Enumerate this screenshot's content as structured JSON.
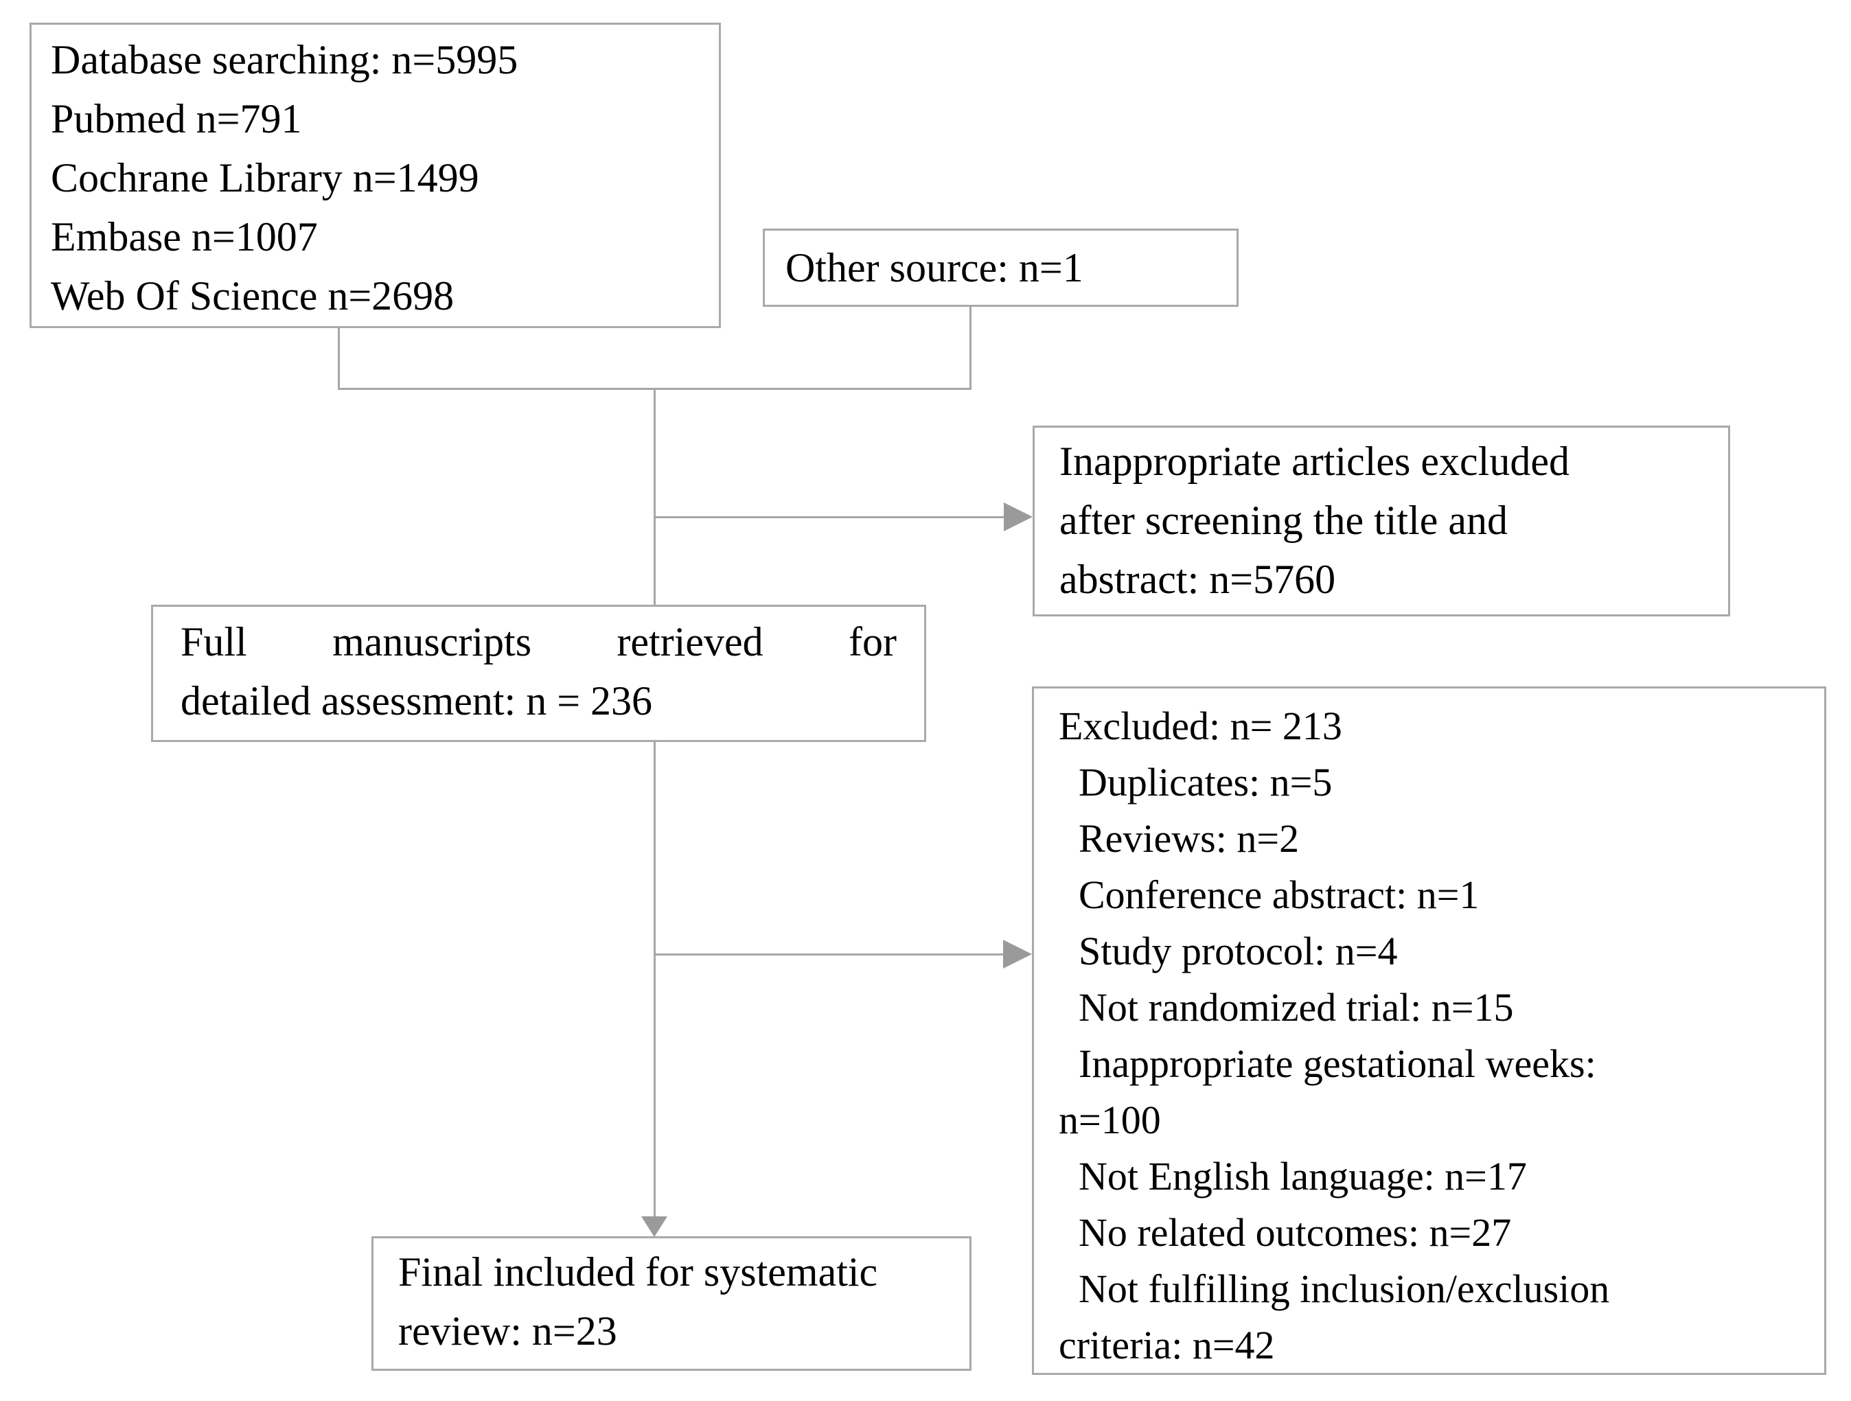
{
  "diagram": {
    "colors": {
      "background": "#ffffff",
      "border": "#a9a9a9",
      "line": "#a6a6a6",
      "arrow": "#9a9a9a",
      "text": "#000000"
    },
    "nodes": {
      "database": {
        "lines": [
          "Database searching: n=5995",
          "Pubmed n=791",
          "Cochrane Library n=1499",
          "Embase n=1007",
          "Web Of Science n=2698"
        ]
      },
      "other": {
        "label": "Other source: n=1"
      },
      "screening": {
        "lines": [
          "Inappropriate articles excluded",
          "after screening the title and",
          "abstract: n=5760"
        ]
      },
      "full": {
        "lines": [
          "Full manuscripts retrieved for",
          "detailed assessment: n = 236"
        ]
      },
      "excluded": {
        "lines": [
          "Excluded: n= 213",
          "  Duplicates: n=5",
          "  Reviews: n=2",
          "  Conference abstract: n=1",
          "  Study protocol: n=4",
          "  Not randomized trial: n=15",
          "  Inappropriate gestational weeks:",
          "n=100",
          "  Not English language: n=17",
          "  No related outcomes: n=27",
          "  Not fulfilling inclusion/exclusion",
          "criteria: n=42"
        ]
      },
      "final": {
        "lines": [
          "Final included for systematic",
          "review: n=23"
        ]
      }
    }
  }
}
